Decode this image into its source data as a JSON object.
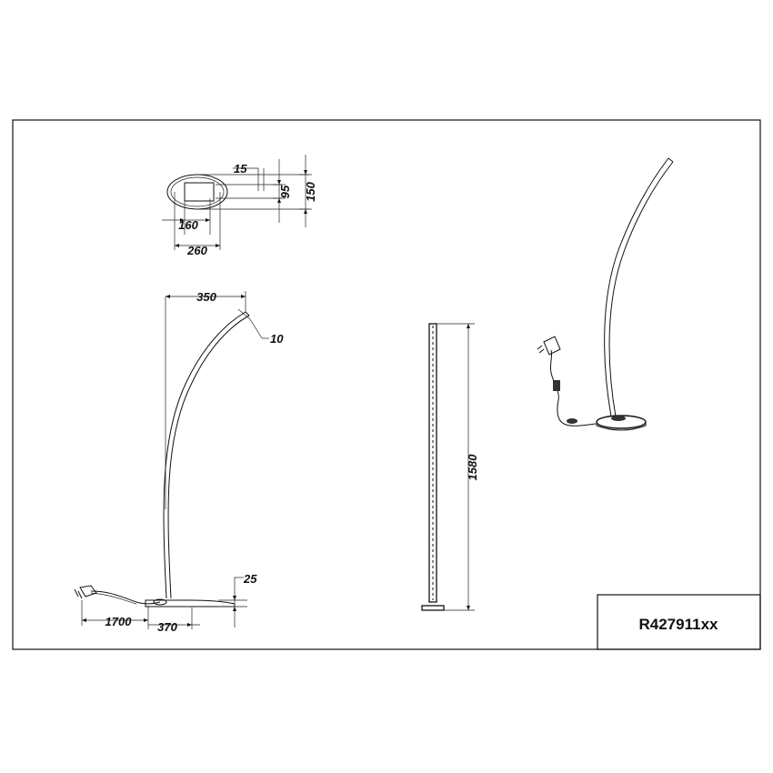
{
  "title_block": {
    "model": "R427911xx"
  },
  "dimensions": {
    "head_length": "260",
    "head_inner": "160",
    "head_offset": "15",
    "head_thickness": "95",
    "head_height": "150",
    "reach": "350",
    "arm_thickness": "10",
    "base_height": "25",
    "cable_length": "1700",
    "base_diameter": "370",
    "total_height": "1580"
  },
  "colors": {
    "line": "#111111",
    "background": "#ffffff"
  }
}
